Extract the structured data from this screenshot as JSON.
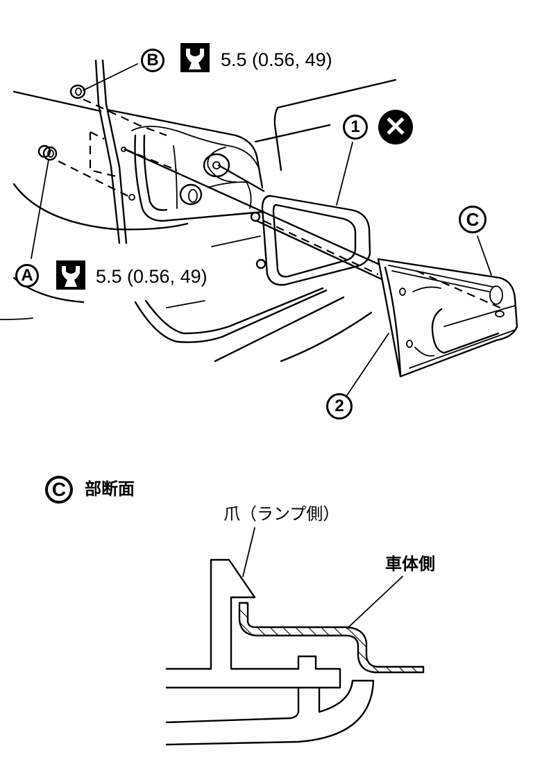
{
  "figure": {
    "type": "service-manual-illustration",
    "subject": "rear combination lamp (inner) removal",
    "callouts": {
      "A": {
        "letter": "A",
        "torque_label": "5.5 (0.56, 49)",
        "icon": "torque-wrench-icon"
      },
      "B": {
        "letter": "B",
        "torque_label": "5.5 (0.56, 49)",
        "icon": "torque-wrench-icon"
      },
      "C": {
        "letter": "C"
      },
      "part1": {
        "number": "1",
        "note_icon": "do-not-reuse-icon",
        "note_glyph": "✕"
      },
      "part2": {
        "number": "2"
      }
    },
    "section": {
      "marker": "C",
      "title": "部断面",
      "claw_label": "爪（ランプ側）",
      "body_label": "車体側"
    }
  }
}
